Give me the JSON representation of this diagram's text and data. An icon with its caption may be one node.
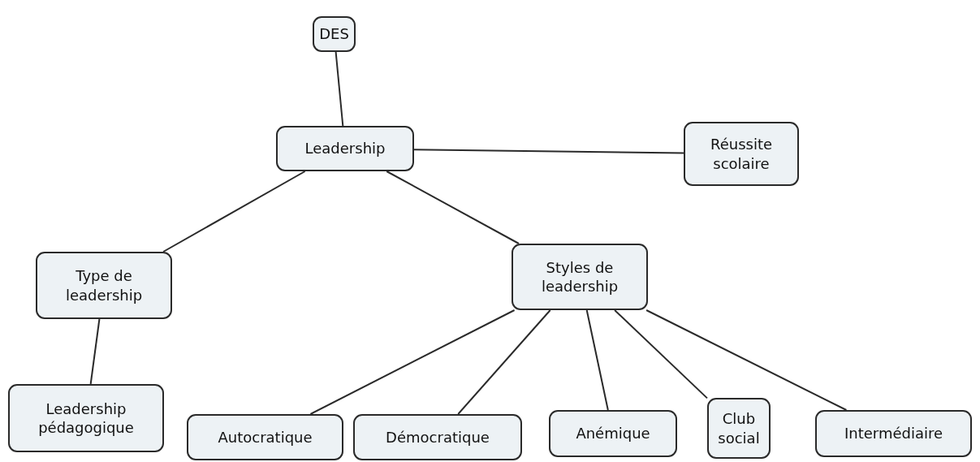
{
  "diagram": {
    "nodes": [
      {
        "text": [
          "DES"
        ]
      },
      {
        "text": [
          "Leadership"
        ]
      },
      {
        "text": [
          "Réussite scolaire"
        ]
      },
      {
        "text": [
          "Type de leadership"
        ]
      },
      {
        "text": [
          "Styles de leadership"
        ]
      },
      {
        "text": [
          "Leadership pédagogique"
        ]
      },
      {
        "text": [
          "Autocratique"
        ]
      },
      {
        "text": [
          "Démocratique"
        ]
      },
      {
        "text": [
          "Anémique"
        ]
      },
      {
        "text": [
          "Club social"
        ]
      },
      {
        "text": [
          "Intermédiaire"
        ]
      }
    ],
    "edges": [
      {
        "from": 0,
        "to": 1,
        "arrow": "none"
      },
      {
        "from": 1,
        "to": 2,
        "arrow": "none"
      },
      {
        "from": 1,
        "to": 3,
        "arrow": "none"
      },
      {
        "from": 1,
        "to": 4,
        "arrow": "none"
      },
      {
        "from": 3,
        "to": 5,
        "arrow": "none"
      },
      {
        "from": 4,
        "to": 6,
        "arrow": "none"
      },
      {
        "from": 4,
        "to": 7,
        "arrow": "none"
      },
      {
        "from": 4,
        "to": 8,
        "arrow": "none"
      },
      {
        "from": 4,
        "to": 9,
        "arrow": "none"
      },
      {
        "from": 4,
        "to": 10,
        "arrow": "none"
      }
    ]
  }
}
